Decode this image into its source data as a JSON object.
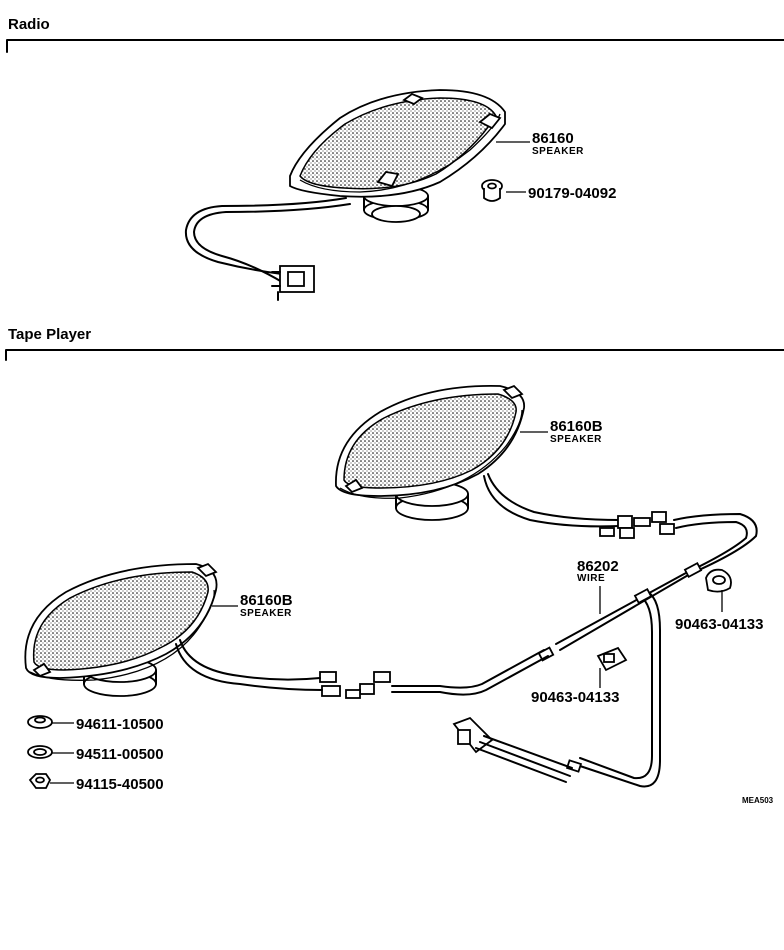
{
  "sections": {
    "radio": "Radio",
    "tape_player": "Tape Player"
  },
  "radio": {
    "speaker": {
      "part_no": "86160",
      "name": "SPEAKER"
    },
    "clip": {
      "part_no": "90179-04092"
    }
  },
  "tape_player": {
    "speaker_upper": {
      "part_no": "86160B",
      "name": "SPEAKER"
    },
    "speaker_lower": {
      "part_no": "86160B",
      "name": "SPEAKER"
    },
    "wire": {
      "part_no": "86202",
      "name": "WIRE"
    },
    "clamp_right": {
      "part_no": "90463-04133"
    },
    "clamp_center": {
      "part_no": "90463-04133"
    },
    "hardware": [
      {
        "part_no": "94611-10500"
      },
      {
        "part_no": "94511-00500"
      },
      {
        "part_no": "94115-40500"
      }
    ]
  },
  "diagram_code": "MEA503"
}
